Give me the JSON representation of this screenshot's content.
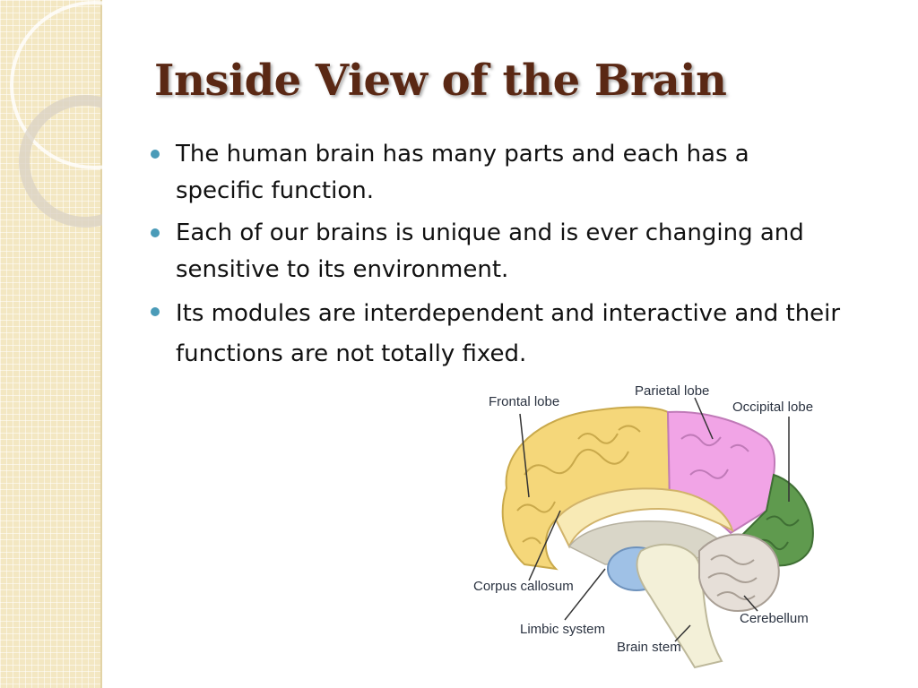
{
  "slide": {
    "title": "Inside View of the Brain",
    "bullets": [
      "The human brain has many parts and each has a specific function.",
      "Each of our brains is unique and is ever changing and sensitive to its environment.",
      "Its modules are interdependent and interactive and their functions are not totally fixed."
    ]
  },
  "figure": {
    "labels": {
      "frontal_lobe": "Frontal lobe",
      "parietal_lobe": "Parietal lobe",
      "occipital_lobe": "Occipital lobe",
      "corpus_callosum": "Corpus callosum",
      "limbic_system": "Limbic system",
      "brain_stem": "Brain stem",
      "cerebellum": "Cerebellum"
    },
    "colors": {
      "frontal_lobe": "#f5d77a",
      "parietal_lobe": "#f1a4e6",
      "occipital_lobe": "#5f9a4e",
      "limbic_system": "#9fc1e6",
      "cerebellum": "#e6dfd8",
      "brain_stem": "#f3f0d8"
    }
  },
  "theme": {
    "title_color": "#5a2814",
    "bullet_color": "#4a9bb8",
    "strip_color": "#f3e7c2"
  }
}
